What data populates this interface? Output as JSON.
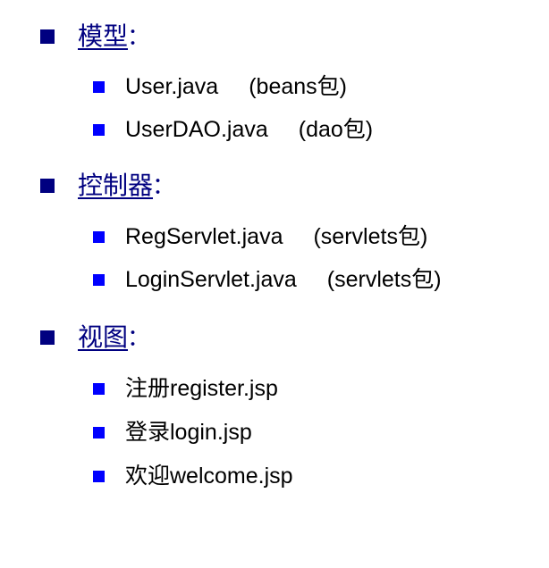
{
  "slide": {
    "background_color": "#ffffff",
    "text_color": "#000000",
    "heading_color": "#000080",
    "bullet_level1_color": "#000080",
    "bullet_level2_color": "#0000ff"
  },
  "sections": [
    {
      "heading": "模型",
      "colon": "：",
      "items": [
        {
          "name": "User.java",
          "package": "(beans包)"
        },
        {
          "name": "UserDAO.java",
          "package": "(dao包)"
        }
      ]
    },
    {
      "heading": "控制器",
      "colon": "：",
      "items": [
        {
          "name": "RegServlet.java",
          "package": "(servlets包)"
        },
        {
          "name": "LoginServlet.java",
          "package": "(servlets包)"
        }
      ]
    },
    {
      "heading": "视图",
      "colon": "：",
      "items": [
        {
          "name": "注册register.jsp",
          "package": ""
        },
        {
          "name": "登录login.jsp",
          "package": ""
        },
        {
          "name": "欢迎welcome.jsp",
          "package": ""
        }
      ]
    }
  ]
}
